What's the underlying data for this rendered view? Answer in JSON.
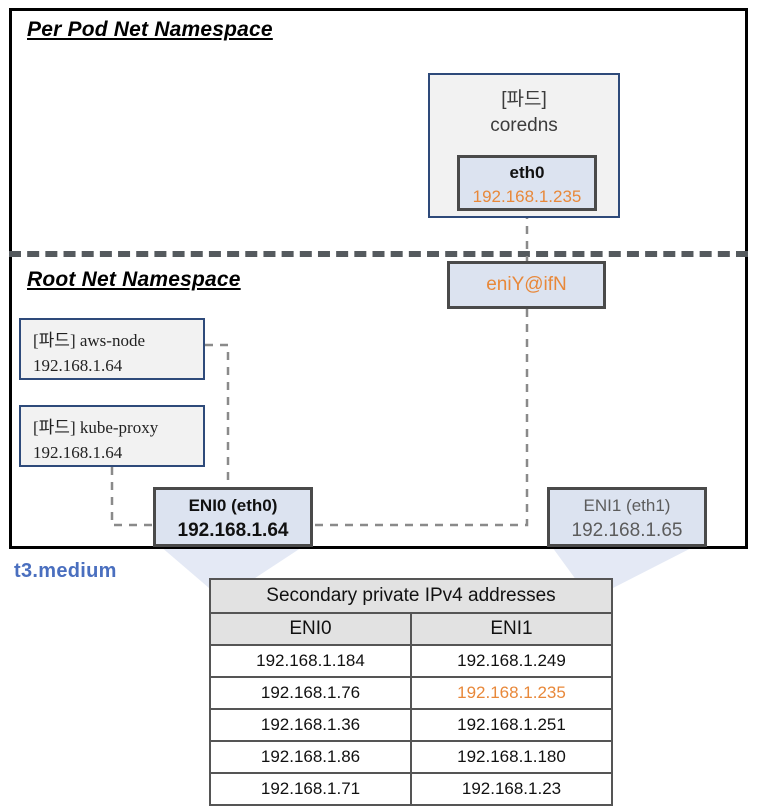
{
  "diagram": {
    "namespaces": {
      "pod": "Per Pod  Net Namespace",
      "root": "Root Net Namespace"
    },
    "pod_coredns": {
      "title_line1": "[파드]",
      "title_line2": "coredns",
      "interface": {
        "name": "eth0",
        "ip": "192.168.1.235"
      }
    },
    "veth": {
      "label": "eniY@ifN"
    },
    "host_pods": [
      {
        "name": "[파드] aws-node",
        "ip": "192.168.1.64"
      },
      {
        "name": "[파드] kube-proxy",
        "ip": "192.168.1.64"
      }
    ],
    "enis": [
      {
        "label": "ENI0 (eth0)",
        "ip": "192.168.1.64"
      },
      {
        "label": "ENI1 (eth1)",
        "ip": "192.168.1.65"
      }
    ],
    "instance_type": "t3.medium",
    "table": {
      "title": "Secondary private IPv4 addresses",
      "columns": [
        "ENI0",
        "ENI1"
      ],
      "rows": [
        [
          "192.168.1.184",
          "192.168.1.249"
        ],
        [
          "192.168.1.76",
          "192.168.1.235"
        ],
        [
          "192.168.1.36",
          "192.168.1.251"
        ],
        [
          "192.168.1.86",
          "192.168.1.180"
        ],
        [
          "192.168.1.71",
          "192.168.1.23"
        ]
      ],
      "highlighted_cell": {
        "row": 1,
        "col": 1,
        "value": "192.168.1.235"
      }
    },
    "colors": {
      "pod_border": "#2e4a7a",
      "pod_fill": "#f2f2f2",
      "eni_border": "#4a4a4a",
      "eni_fill": "#dce3f0",
      "accent_orange": "#e8883a",
      "accent_blue": "#4a6fbf",
      "wire": "#808080",
      "divider": "#555a5e",
      "callout_fill": "#e4e9f5"
    }
  }
}
